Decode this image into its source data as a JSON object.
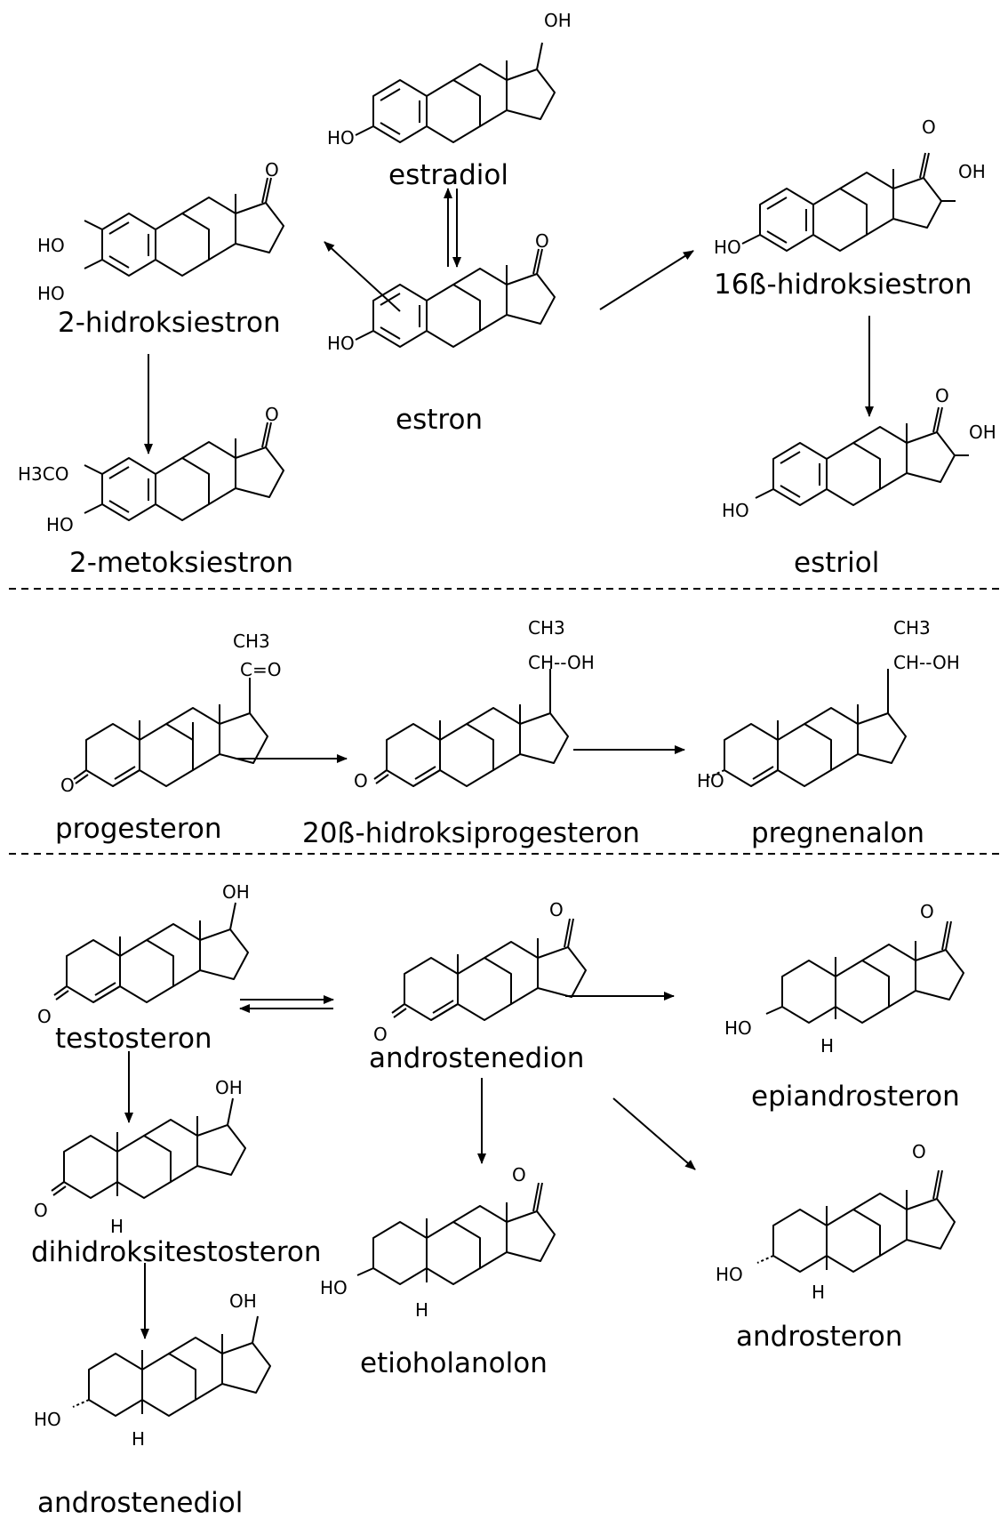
{
  "estrogen": {
    "estradiol": "estradiol",
    "estron": "estron",
    "hydroxy2": "2-hidroksiestron",
    "methoxy2": "2-metoksiestron",
    "hydroxy16": "16ß-hidroksiestron",
    "estriol": "estriol"
  },
  "progestin": {
    "progesteron": "progesteron",
    "hydroxyprog": "20ß-hidroksiprogesteron",
    "pregnenalon": "pregnenalon"
  },
  "androgen": {
    "testosteron": "testosteron",
    "androstenedion": "androstenedion",
    "epiandrosteron": "epiandrosteron",
    "dihidroksitestosteron": "dihidroksitestosteron",
    "etioholanolon": "etioholanolon",
    "androsteron": "androsteron",
    "androstenediol": "androstenediol"
  },
  "atoms": {
    "oh": "OH",
    "ho": "HO",
    "o": "O",
    "h": "H",
    "ch3": "CH3",
    "h3co": "H3CO",
    "ch_oh": "CH--OH",
    "c_o": "C=O"
  }
}
